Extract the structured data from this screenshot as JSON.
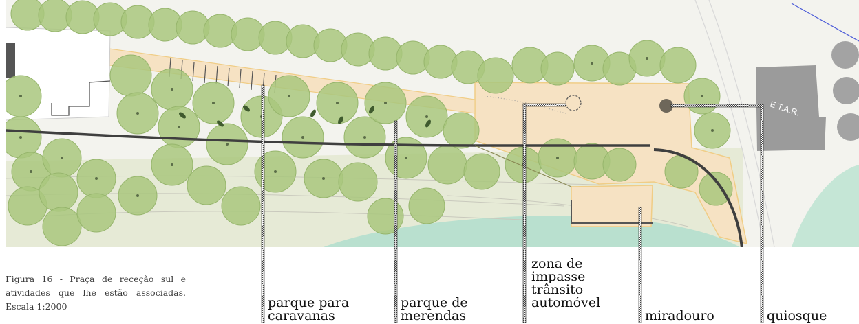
{
  "caption": "Figura 16 - Praça de receção sul e atividades que lhe estão associadas. Escala 1:2000",
  "building_label": "E.T.A.R.",
  "labels": {
    "caravan_park": [
      "parque para",
      "caravanas"
    ],
    "picnic_park": [
      "parque de",
      "merendas"
    ],
    "turnaround": [
      "zona de",
      "impasse",
      "trânsito",
      "automóvel"
    ],
    "viewpoint": "miradouro",
    "kiosk": "quiosque"
  },
  "colors": {
    "tree": "#a9c77e",
    "plaza": "#f6e2c3",
    "water": "#b9e0cf",
    "building": "#9b9b9b",
    "road": "#3f3f3f"
  }
}
